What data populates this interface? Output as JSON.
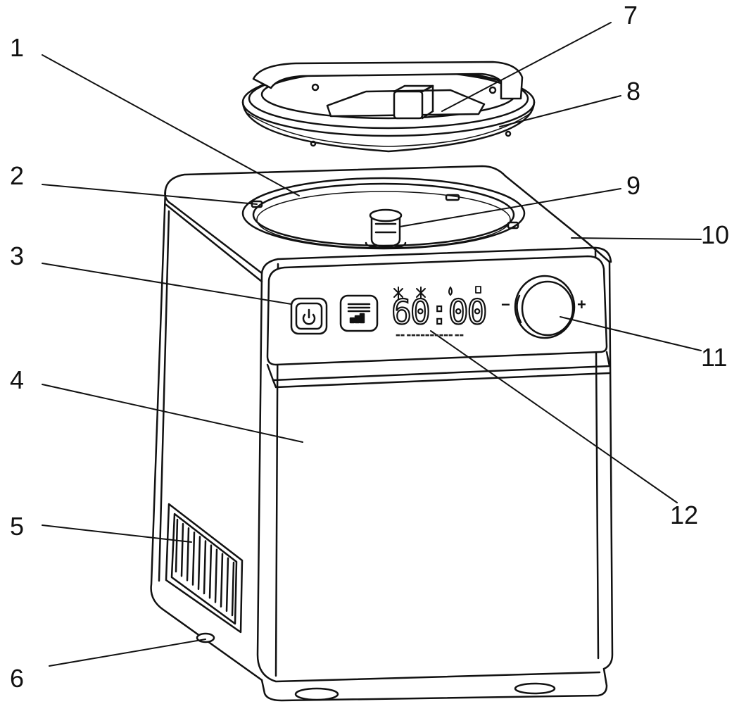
{
  "callouts": [
    {
      "id": "1",
      "label": "1"
    },
    {
      "id": "2",
      "label": "2"
    },
    {
      "id": "3",
      "label": "3"
    },
    {
      "id": "4",
      "label": "4"
    },
    {
      "id": "5",
      "label": "5"
    },
    {
      "id": "6",
      "label": "6"
    },
    {
      "id": "7",
      "label": "7"
    },
    {
      "id": "8",
      "label": "8"
    },
    {
      "id": "9",
      "label": "9"
    },
    {
      "id": "10",
      "label": "10"
    },
    {
      "id": "11",
      "label": "11"
    },
    {
      "id": "12",
      "label": "12"
    }
  ],
  "display": {
    "time": "60:00",
    "minus_sign": "−",
    "plus_sign": "+"
  },
  "icons": {
    "power": "power-icon",
    "menu": "menu-icon",
    "knob": "control-knob"
  },
  "colors": {
    "line": "#111111",
    "background": "#ffffff"
  }
}
